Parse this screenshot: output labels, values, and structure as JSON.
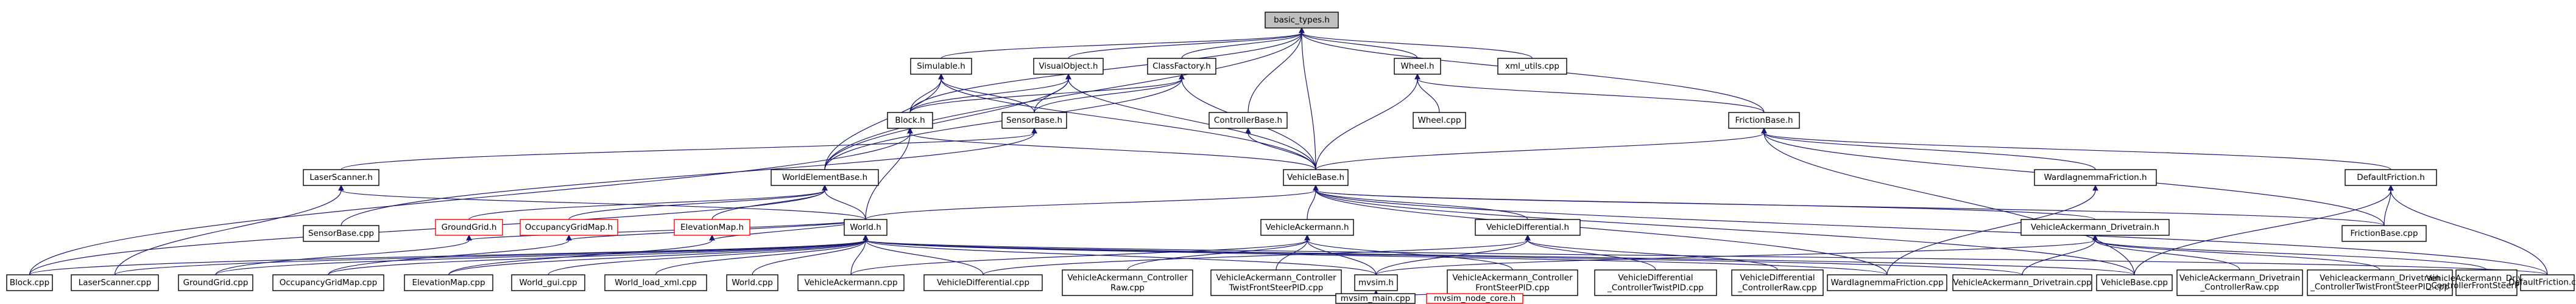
{
  "graph": {
    "title": "basic_types.h",
    "nodes": [
      {
        "id": "basic_types",
        "lines": [
          "basic_types.h"
        ],
        "root": true
      },
      {
        "id": "simulable",
        "lines": [
          "Simulable.h"
        ]
      },
      {
        "id": "visualobject",
        "lines": [
          "VisualObject.h"
        ]
      },
      {
        "id": "classfactory",
        "lines": [
          "ClassFactory.h"
        ]
      },
      {
        "id": "wheel",
        "lines": [
          "Wheel.h"
        ]
      },
      {
        "id": "xml_utils",
        "lines": [
          "xml_utils.cpp"
        ]
      },
      {
        "id": "block",
        "lines": [
          "Block.h"
        ]
      },
      {
        "id": "sensorbase",
        "lines": [
          "SensorBase.h"
        ]
      },
      {
        "id": "controllerbase",
        "lines": [
          "ControllerBase.h"
        ]
      },
      {
        "id": "wheel_cpp",
        "lines": [
          "Wheel.cpp"
        ]
      },
      {
        "id": "frictionbase",
        "lines": [
          "FrictionBase.h"
        ]
      },
      {
        "id": "laserscanner",
        "lines": [
          "LaserScanner.h"
        ]
      },
      {
        "id": "worldelementbase",
        "lines": [
          "WorldElementBase.h"
        ]
      },
      {
        "id": "vehiclebase",
        "lines": [
          "VehicleBase.h"
        ]
      },
      {
        "id": "wardiagnemma",
        "lines": [
          "WardIagnemmaFriction.h"
        ]
      },
      {
        "id": "defaultfriction",
        "lines": [
          "DefaultFriction.h"
        ]
      },
      {
        "id": "sensorbase_cpp",
        "lines": [
          "SensorBase.cpp"
        ]
      },
      {
        "id": "groundgrid",
        "lines": [
          "GroundGrid.h"
        ],
        "red": true
      },
      {
        "id": "occupancygridmap",
        "lines": [
          "OccupancyGridMap.h"
        ],
        "red": true
      },
      {
        "id": "elevationmap",
        "lines": [
          "ElevationMap.h"
        ],
        "red": true
      },
      {
        "id": "world",
        "lines": [
          "World.h"
        ]
      },
      {
        "id": "vehicleackermann",
        "lines": [
          "VehicleAckermann.h"
        ]
      },
      {
        "id": "vehicledifferential",
        "lines": [
          "VehicleDifferential.h"
        ]
      },
      {
        "id": "va_drivetrain",
        "lines": [
          "VehicleAckermann_Drivetrain.h"
        ]
      },
      {
        "id": "frictionbase_cpp",
        "lines": [
          "FrictionBase.cpp"
        ]
      },
      {
        "id": "block_cpp",
        "lines": [
          "Block.cpp"
        ]
      },
      {
        "id": "laserscanner_cpp",
        "lines": [
          "LaserScanner.cpp"
        ]
      },
      {
        "id": "groundgrid_cpp",
        "lines": [
          "GroundGrid.cpp"
        ]
      },
      {
        "id": "occupancygridmap_cpp",
        "lines": [
          "OccupancyGridMap.cpp"
        ]
      },
      {
        "id": "elevationmap_cpp",
        "lines": [
          "ElevationMap.cpp"
        ]
      },
      {
        "id": "world_gui",
        "lines": [
          "World_gui.cpp"
        ]
      },
      {
        "id": "world_load_xml",
        "lines": [
          "World_load_xml.cpp"
        ]
      },
      {
        "id": "world_cpp",
        "lines": [
          "World.cpp"
        ]
      },
      {
        "id": "vehicleackermann_cpp",
        "lines": [
          "VehicleAckermann.cpp"
        ]
      },
      {
        "id": "vehicledifferential_cpp",
        "lines": [
          "VehicleDifferential.cpp"
        ]
      },
      {
        "id": "va_ctrl_raw",
        "lines": [
          "VehicleAckermann_Controller",
          "Raw.cpp"
        ]
      },
      {
        "id": "va_ctrl_twist",
        "lines": [
          "VehicleAckermann_Controller",
          "TwistFrontSteerPID.cpp"
        ]
      },
      {
        "id": "mvsim",
        "lines": [
          "mvsim.h"
        ]
      },
      {
        "id": "va_ctrl_front",
        "lines": [
          "VehicleAckermann_Controller",
          "FrontSteerPID.cpp"
        ]
      },
      {
        "id": "vd_ctrl_twist",
        "lines": [
          "VehicleDifferential",
          "_ControllerTwistPID.cpp"
        ]
      },
      {
        "id": "vd_ctrl_raw",
        "lines": [
          "VehicleDifferential",
          "_ControllerRaw.cpp"
        ]
      },
      {
        "id": "wardiagnemma_cpp",
        "lines": [
          "WardIagnemmaFriction.cpp"
        ]
      },
      {
        "id": "va_drivetrain_cpp",
        "lines": [
          "VehicleAckermann_Drivetrain.cpp"
        ]
      },
      {
        "id": "vehiclebase_cpp",
        "lines": [
          "VehicleBase.cpp"
        ]
      },
      {
        "id": "vad_ctrl_raw",
        "lines": [
          "VehicleAckermann_Drivetrain",
          "_ControllerRaw.cpp"
        ]
      },
      {
        "id": "vad_ctrl_twist",
        "lines": [
          "Vehicleackermann_Drivetrain",
          "_ControllerTwistFrontSteerPID.cpp"
        ]
      },
      {
        "id": "vad_ctrl_front",
        "lines": [
          "VehicleAckermann_Drivetrain",
          "_ControllerFrontSteerPID.cpp"
        ]
      },
      {
        "id": "defaultfriction_cpp",
        "lines": [
          "DefaultFriction.cpp"
        ]
      },
      {
        "id": "mvsim_main",
        "lines": [
          "mvsim_main.cpp"
        ]
      },
      {
        "id": "mvsim_node_core",
        "lines": [
          "mvsim_node_core.h"
        ],
        "red": true
      }
    ],
    "edges": [
      [
        "basic_types",
        "simulable"
      ],
      [
        "basic_types",
        "visualobject"
      ],
      [
        "basic_types",
        "classfactory"
      ],
      [
        "basic_types",
        "wheel"
      ],
      [
        "basic_types",
        "xml_utils"
      ],
      [
        "basic_types",
        "block"
      ],
      [
        "basic_types",
        "controllerbase"
      ],
      [
        "basic_types",
        "frictionbase"
      ],
      [
        "basic_types",
        "vehiclebase"
      ],
      [
        "basic_types",
        "worldelementbase"
      ],
      [
        "simulable",
        "block"
      ],
      [
        "simulable",
        "sensorbase"
      ],
      [
        "simulable",
        "vehiclebase"
      ],
      [
        "simulable",
        "worldelementbase"
      ],
      [
        "visualobject",
        "block"
      ],
      [
        "visualobject",
        "sensorbase"
      ],
      [
        "visualobject",
        "vehiclebase"
      ],
      [
        "visualobject",
        "worldelementbase"
      ],
      [
        "classfactory",
        "sensorbase"
      ],
      [
        "classfactory",
        "vehiclebase"
      ],
      [
        "classfactory",
        "worldelementbase"
      ],
      [
        "classfactory",
        "block"
      ],
      [
        "wheel",
        "wheel_cpp"
      ],
      [
        "wheel",
        "vehiclebase"
      ],
      [
        "wheel",
        "frictionbase"
      ],
      [
        "controllerbase",
        "vehiclebase"
      ],
      [
        "block",
        "world"
      ],
      [
        "block",
        "block_cpp"
      ],
      [
        "block",
        "vehiclebase"
      ],
      [
        "sensorbase",
        "laserscanner"
      ],
      [
        "sensorbase",
        "sensorbase_cpp"
      ],
      [
        "frictionbase",
        "vehiclebase"
      ],
      [
        "frictionbase",
        "wardiagnemma"
      ],
      [
        "frictionbase",
        "defaultfriction"
      ],
      [
        "frictionbase",
        "frictionbase_cpp"
      ],
      [
        "frictionbase",
        "vehiclebase_cpp"
      ],
      [
        "laserscanner",
        "laserscanner_cpp"
      ],
      [
        "laserscanner",
        "world"
      ],
      [
        "worldelementbase",
        "groundgrid"
      ],
      [
        "worldelementbase",
        "occupancygridmap"
      ],
      [
        "worldelementbase",
        "elevationmap"
      ],
      [
        "worldelementbase",
        "world"
      ],
      [
        "worldelementbase",
        "block_cpp"
      ],
      [
        "vehiclebase",
        "vehicleackermann"
      ],
      [
        "vehiclebase",
        "vehicledifferential"
      ],
      [
        "vehiclebase",
        "va_drivetrain"
      ],
      [
        "vehiclebase",
        "world"
      ],
      [
        "vehiclebase",
        "vehiclebase_cpp"
      ],
      [
        "vehiclebase",
        "frictionbase_cpp"
      ],
      [
        "vehiclebase",
        "wardiagnemma_cpp"
      ],
      [
        "vehiclebase",
        "defaultfriction_cpp"
      ],
      [
        "wardiagnemma",
        "wardiagnemma_cpp"
      ],
      [
        "defaultfriction",
        "defaultfriction_cpp"
      ],
      [
        "defaultfriction",
        "frictionbase_cpp"
      ],
      [
        "defaultfriction",
        "vehiclebase_cpp"
      ],
      [
        "groundgrid",
        "groundgrid_cpp"
      ],
      [
        "groundgrid",
        "world"
      ],
      [
        "occupancygridmap",
        "occupancygridmap_cpp"
      ],
      [
        "occupancygridmap",
        "world"
      ],
      [
        "elevationmap",
        "elevationmap_cpp"
      ],
      [
        "elevationmap",
        "world"
      ],
      [
        "world",
        "block_cpp"
      ],
      [
        "world",
        "laserscanner_cpp"
      ],
      [
        "world",
        "groundgrid_cpp"
      ],
      [
        "world",
        "occupancygridmap_cpp"
      ],
      [
        "world",
        "elevationmap_cpp"
      ],
      [
        "world",
        "world_gui"
      ],
      [
        "world",
        "world_load_xml"
      ],
      [
        "world",
        "world_cpp"
      ],
      [
        "world",
        "vehicleackermann_cpp"
      ],
      [
        "world",
        "vehicledifferential_cpp"
      ],
      [
        "world",
        "mvsim"
      ],
      [
        "world",
        "vehiclebase_cpp"
      ],
      [
        "world",
        "wardiagnemma_cpp"
      ],
      [
        "world",
        "va_drivetrain_cpp"
      ],
      [
        "world",
        "defaultfriction_cpp"
      ],
      [
        "vehicleackermann",
        "vehicleackermann_cpp"
      ],
      [
        "vehicleackermann",
        "va_ctrl_raw"
      ],
      [
        "vehicleackermann",
        "va_ctrl_twist"
      ],
      [
        "vehicleackermann",
        "va_ctrl_front"
      ],
      [
        "vehicleackermann",
        "mvsim"
      ],
      [
        "vehicledifferential",
        "vehicledifferential_cpp"
      ],
      [
        "vehicledifferential",
        "vd_ctrl_twist"
      ],
      [
        "vehicledifferential",
        "vd_ctrl_raw"
      ],
      [
        "vehicledifferential",
        "mvsim"
      ],
      [
        "va_drivetrain",
        "va_drivetrain_cpp"
      ],
      [
        "va_drivetrain",
        "vad_ctrl_raw"
      ],
      [
        "va_drivetrain",
        "vad_ctrl_twist"
      ],
      [
        "va_drivetrain",
        "vad_ctrl_front"
      ],
      [
        "va_drivetrain",
        "mvsim"
      ],
      [
        "mvsim",
        "mvsim_main"
      ],
      [
        "mvsim",
        "mvsim_node_core"
      ]
    ]
  }
}
